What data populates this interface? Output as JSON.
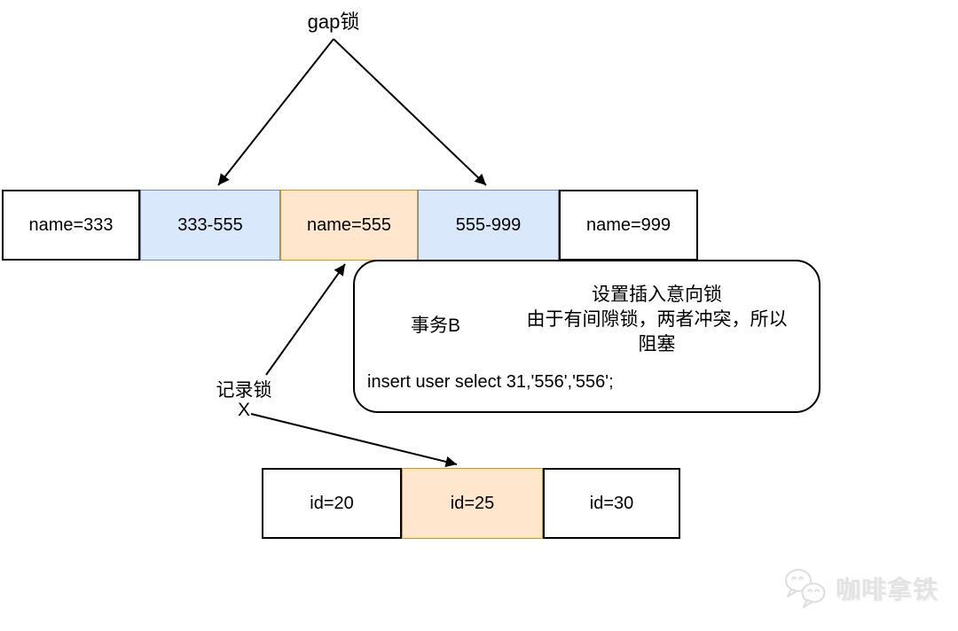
{
  "labels": {
    "gap_lock": "gap锁",
    "record_lock": "记录锁",
    "record_lock_mark": "X"
  },
  "name_row": {
    "cells": [
      {
        "label": "name=333",
        "type": "plain"
      },
      {
        "label": "333-555",
        "type": "gap"
      },
      {
        "label": "name=555",
        "type": "record"
      },
      {
        "label": "555-999",
        "type": "gap"
      },
      {
        "label": "name=999",
        "type": "plain"
      }
    ]
  },
  "id_row": {
    "cells": [
      {
        "label": "id=20",
        "type": "plain"
      },
      {
        "label": "id=25",
        "type": "record"
      },
      {
        "label": "id=30",
        "type": "plain"
      }
    ]
  },
  "callout": {
    "transaction": "事务B",
    "note_line1": "设置插入意向锁",
    "note_line2": "由于有间隙锁，两者冲突，所以",
    "note_line3": "阻塞",
    "sql": "insert user select 31,'556','556';"
  },
  "watermark": {
    "icon": "wechat-icon",
    "text": "咖啡拿铁"
  },
  "colors": {
    "gap_fill": "#dae8fc",
    "gap_border": "#6c8ebf",
    "record_fill": "#ffe6cc",
    "record_border": "#d79b00",
    "plain_border": "#000000",
    "line": "#000000",
    "watermark": "#e3e3e3"
  }
}
